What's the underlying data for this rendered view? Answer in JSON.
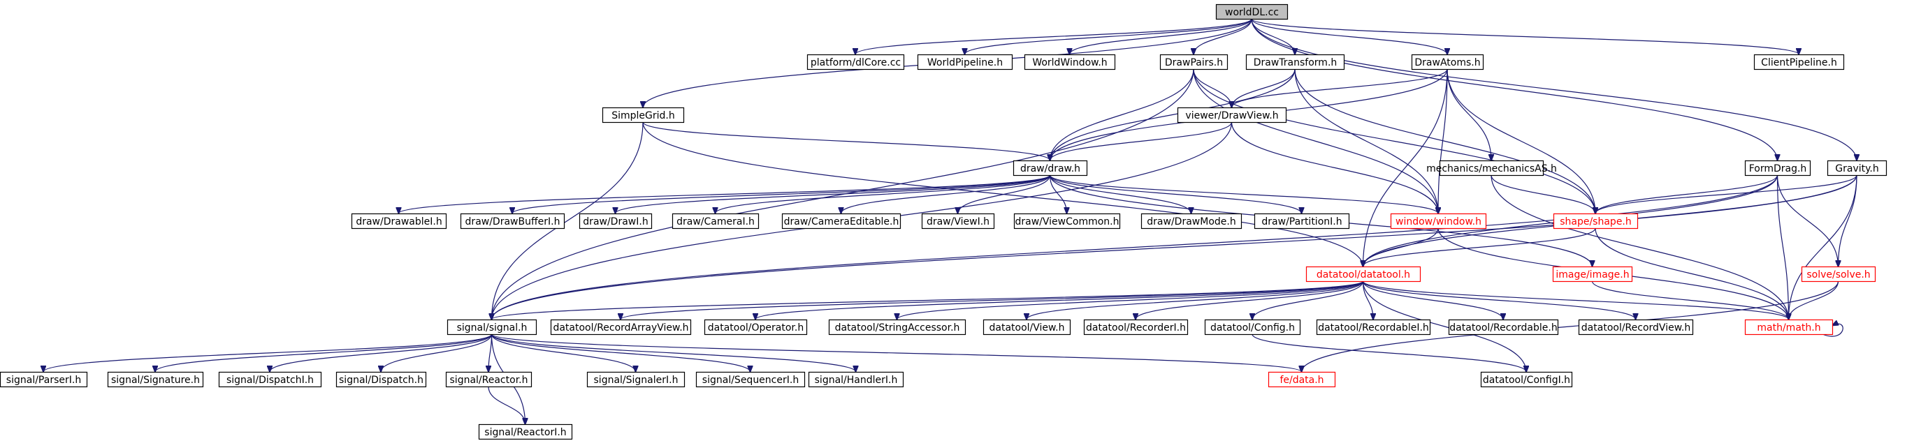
{
  "nodes": [
    {
      "id": "worldDL",
      "label": "worldDL.cc",
      "style": "root"
    },
    {
      "id": "dlCore",
      "label": "platform/dlCore.cc"
    },
    {
      "id": "WorldPipeline",
      "label": "WorldPipeline.h"
    },
    {
      "id": "WorldWindow",
      "label": "WorldWindow.h"
    },
    {
      "id": "DrawPairs",
      "label": "DrawPairs.h"
    },
    {
      "id": "DrawTransform",
      "label": "DrawTransform.h"
    },
    {
      "id": "DrawAtoms",
      "label": "DrawAtoms.h"
    },
    {
      "id": "ClientPipeline",
      "label": "ClientPipeline.h"
    },
    {
      "id": "SimpleGrid",
      "label": "SimpleGrid.h"
    },
    {
      "id": "DrawView",
      "label": "viewer/DrawView.h"
    },
    {
      "id": "drawh",
      "label": "draw/draw.h"
    },
    {
      "id": "mechanicsAS",
      "label": "mechanics/mechanicsAS.h"
    },
    {
      "id": "FormDrag",
      "label": "FormDrag.h"
    },
    {
      "id": "Gravity",
      "label": "Gravity.h"
    },
    {
      "id": "DrawableI",
      "label": "draw/DrawableI.h"
    },
    {
      "id": "DrawBufferI",
      "label": "draw/DrawBufferI.h"
    },
    {
      "id": "DrawI",
      "label": "draw/DrawI.h"
    },
    {
      "id": "CameraI",
      "label": "draw/CameraI.h"
    },
    {
      "id": "CameraEditable",
      "label": "draw/CameraEditable.h"
    },
    {
      "id": "ViewI",
      "label": "draw/ViewI.h"
    },
    {
      "id": "ViewCommon",
      "label": "draw/ViewCommon.h"
    },
    {
      "id": "DrawMode",
      "label": "draw/DrawMode.h"
    },
    {
      "id": "PartitionI",
      "label": "draw/PartitionI.h"
    },
    {
      "id": "window",
      "label": "window/window.h",
      "style": "red"
    },
    {
      "id": "shape",
      "label": "shape/shape.h",
      "style": "red"
    },
    {
      "id": "datatool",
      "label": "datatool/datatool.h",
      "style": "red"
    },
    {
      "id": "image",
      "label": "image/image.h",
      "style": "red"
    },
    {
      "id": "solve",
      "label": "solve/solve.h",
      "style": "red"
    },
    {
      "id": "signal",
      "label": "signal/signal.h"
    },
    {
      "id": "RecordArrayView",
      "label": "datatool/RecordArrayView.h"
    },
    {
      "id": "Operator",
      "label": "datatool/Operator.h"
    },
    {
      "id": "StringAccessor",
      "label": "datatool/StringAccessor.h"
    },
    {
      "id": "View",
      "label": "datatool/View.h"
    },
    {
      "id": "RecorderI",
      "label": "datatool/RecorderI.h"
    },
    {
      "id": "Config",
      "label": "datatool/Config.h"
    },
    {
      "id": "RecordableI",
      "label": "datatool/RecordableI.h"
    },
    {
      "id": "Recordable",
      "label": "datatool/Recordable.h"
    },
    {
      "id": "RecordView",
      "label": "datatool/RecordView.h"
    },
    {
      "id": "math",
      "label": "math/math.h",
      "style": "red"
    },
    {
      "id": "ParserI",
      "label": "signal/ParserI.h"
    },
    {
      "id": "Signature",
      "label": "signal/Signature.h"
    },
    {
      "id": "DispatchI",
      "label": "signal/DispatchI.h"
    },
    {
      "id": "Dispatch",
      "label": "signal/Dispatch.h"
    },
    {
      "id": "Reactor",
      "label": "signal/Reactor.h"
    },
    {
      "id": "SignalerI",
      "label": "signal/SignalerI.h"
    },
    {
      "id": "SequencerI",
      "label": "signal/SequencerI.h"
    },
    {
      "id": "HandlerI",
      "label": "signal/HandlerI.h"
    },
    {
      "id": "fedata",
      "label": "fe/data.h",
      "style": "red"
    },
    {
      "id": "ConfigI",
      "label": "datatool/ConfigI.h"
    },
    {
      "id": "ReactorI",
      "label": "signal/ReactorI.h"
    }
  ],
  "edges": [
    [
      "worldDL",
      "dlCore"
    ],
    [
      "worldDL",
      "WorldPipeline"
    ],
    [
      "worldDL",
      "WorldWindow"
    ],
    [
      "worldDL",
      "DrawPairs"
    ],
    [
      "worldDL",
      "DrawTransform"
    ],
    [
      "worldDL",
      "DrawAtoms"
    ],
    [
      "worldDL",
      "ClientPipeline"
    ],
    [
      "worldDL",
      "SimpleGrid"
    ],
    [
      "worldDL",
      "FormDrag"
    ],
    [
      "worldDL",
      "Gravity"
    ],
    [
      "DrawPairs",
      "DrawView"
    ],
    [
      "DrawPairs",
      "drawh"
    ],
    [
      "DrawPairs",
      "window"
    ],
    [
      "DrawPairs",
      "shape"
    ],
    [
      "DrawPairs",
      "signal"
    ],
    [
      "DrawTransform",
      "DrawView"
    ],
    [
      "DrawTransform",
      "drawh"
    ],
    [
      "DrawTransform",
      "window"
    ],
    [
      "DrawTransform",
      "shape"
    ],
    [
      "DrawAtoms",
      "DrawView"
    ],
    [
      "DrawAtoms",
      "drawh"
    ],
    [
      "DrawAtoms",
      "window"
    ],
    [
      "DrawAtoms",
      "shape"
    ],
    [
      "DrawAtoms",
      "mechanicsAS"
    ],
    [
      "DrawAtoms",
      "datatool"
    ],
    [
      "SimpleGrid",
      "drawh"
    ],
    [
      "SimpleGrid",
      "signal"
    ],
    [
      "SimpleGrid",
      "datatool"
    ],
    [
      "DrawView",
      "drawh"
    ],
    [
      "DrawView",
      "window"
    ],
    [
      "DrawView",
      "signal"
    ],
    [
      "drawh",
      "DrawableI"
    ],
    [
      "drawh",
      "DrawBufferI"
    ],
    [
      "drawh",
      "DrawI"
    ],
    [
      "drawh",
      "CameraI"
    ],
    [
      "drawh",
      "CameraEditable"
    ],
    [
      "drawh",
      "ViewI"
    ],
    [
      "drawh",
      "ViewCommon"
    ],
    [
      "drawh",
      "DrawMode"
    ],
    [
      "drawh",
      "PartitionI"
    ],
    [
      "drawh",
      "window"
    ],
    [
      "drawh",
      "image"
    ],
    [
      "mechanicsAS",
      "shape"
    ],
    [
      "mechanicsAS",
      "math"
    ],
    [
      "FormDrag",
      "shape"
    ],
    [
      "FormDrag",
      "datatool"
    ],
    [
      "FormDrag",
      "math"
    ],
    [
      "FormDrag",
      "solve"
    ],
    [
      "FormDrag",
      "signal"
    ],
    [
      "Gravity",
      "shape"
    ],
    [
      "Gravity",
      "datatool"
    ],
    [
      "Gravity",
      "solve"
    ],
    [
      "Gravity",
      "math"
    ],
    [
      "Gravity",
      "signal"
    ],
    [
      "window",
      "datatool"
    ],
    [
      "window",
      "math"
    ],
    [
      "shape",
      "datatool"
    ],
    [
      "shape",
      "math"
    ],
    [
      "datatool",
      "signal"
    ],
    [
      "datatool",
      "RecordArrayView"
    ],
    [
      "datatool",
      "Operator"
    ],
    [
      "datatool",
      "StringAccessor"
    ],
    [
      "datatool",
      "View"
    ],
    [
      "datatool",
      "RecorderI"
    ],
    [
      "datatool",
      "Config"
    ],
    [
      "datatool",
      "RecordableI"
    ],
    [
      "datatool",
      "Recordable"
    ],
    [
      "datatool",
      "RecordView"
    ],
    [
      "datatool",
      "math"
    ],
    [
      "datatool",
      "ConfigI"
    ],
    [
      "image",
      "math"
    ],
    [
      "solve",
      "math"
    ],
    [
      "solve",
      "fedata"
    ],
    [
      "math",
      "math"
    ],
    [
      "signal",
      "ParserI"
    ],
    [
      "signal",
      "Signature"
    ],
    [
      "signal",
      "DispatchI"
    ],
    [
      "signal",
      "Dispatch"
    ],
    [
      "signal",
      "Reactor"
    ],
    [
      "signal",
      "ReactorI"
    ],
    [
      "signal",
      "SignalerI"
    ],
    [
      "signal",
      "SequencerI"
    ],
    [
      "signal",
      "HandlerI"
    ],
    [
      "signal",
      "fedata"
    ],
    [
      "Reactor",
      "ReactorI"
    ],
    [
      "Config",
      "ConfigI"
    ]
  ]
}
